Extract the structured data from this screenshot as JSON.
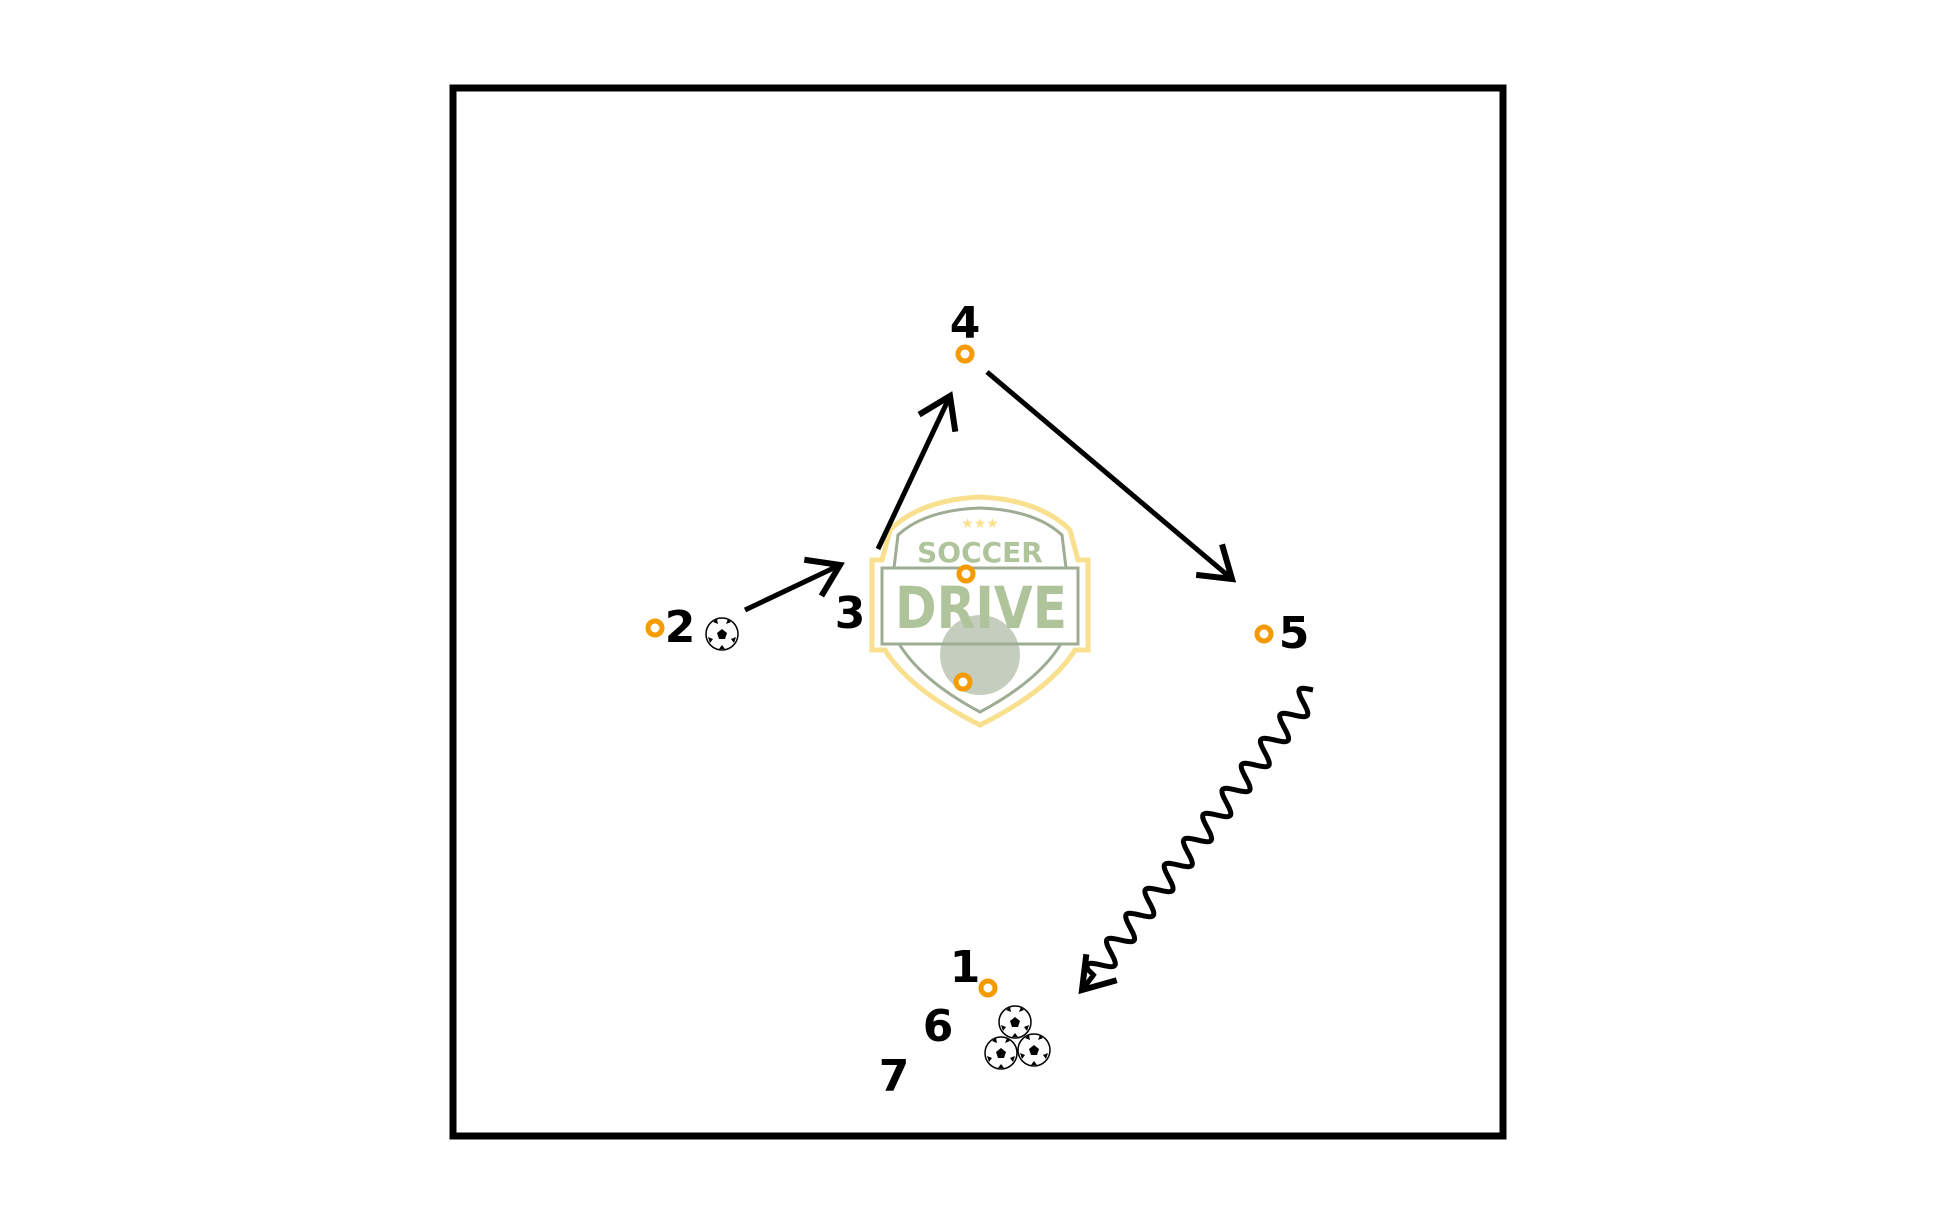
{
  "diagram": {
    "logo": {
      "line1": "SOCCER",
      "line2": "DRIVE",
      "stars": "★★★"
    },
    "players": [
      {
        "label": "1"
      },
      {
        "label": "2"
      },
      {
        "label": "3"
      },
      {
        "label": "4"
      },
      {
        "label": "5"
      },
      {
        "label": "6"
      },
      {
        "label": "7"
      }
    ],
    "colors": {
      "cone": "#f59a00",
      "line": "#000000",
      "logo_green": "#b0c49c",
      "logo_yellow": "#f8e08e"
    }
  }
}
